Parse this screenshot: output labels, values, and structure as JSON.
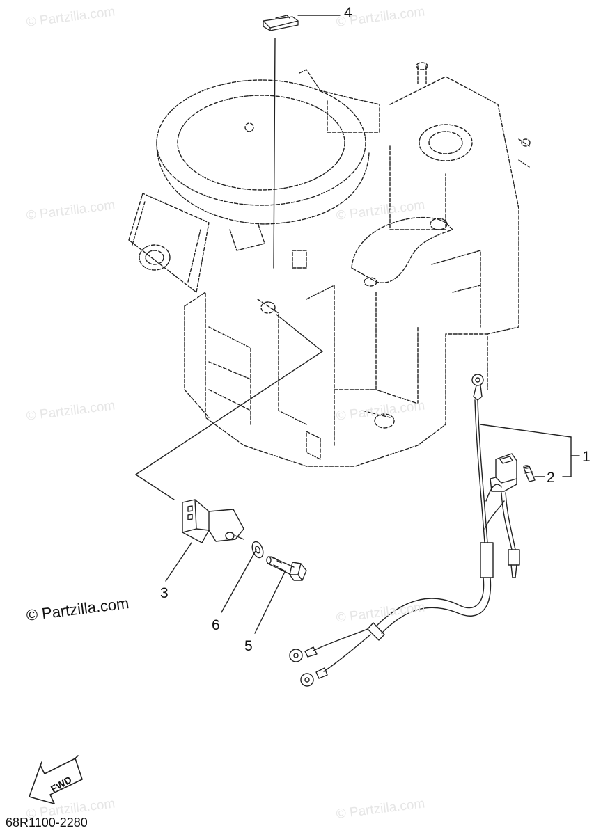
{
  "watermark": "© Partzilla.com",
  "watermark_strong": "© Partzilla.com",
  "callouts": {
    "c1": "1",
    "c2": "2",
    "c3": "3",
    "c4": "4",
    "c5": "5",
    "c6": "6"
  },
  "diagram_code": "68R1100-2280",
  "fwd_label": "FWD"
}
